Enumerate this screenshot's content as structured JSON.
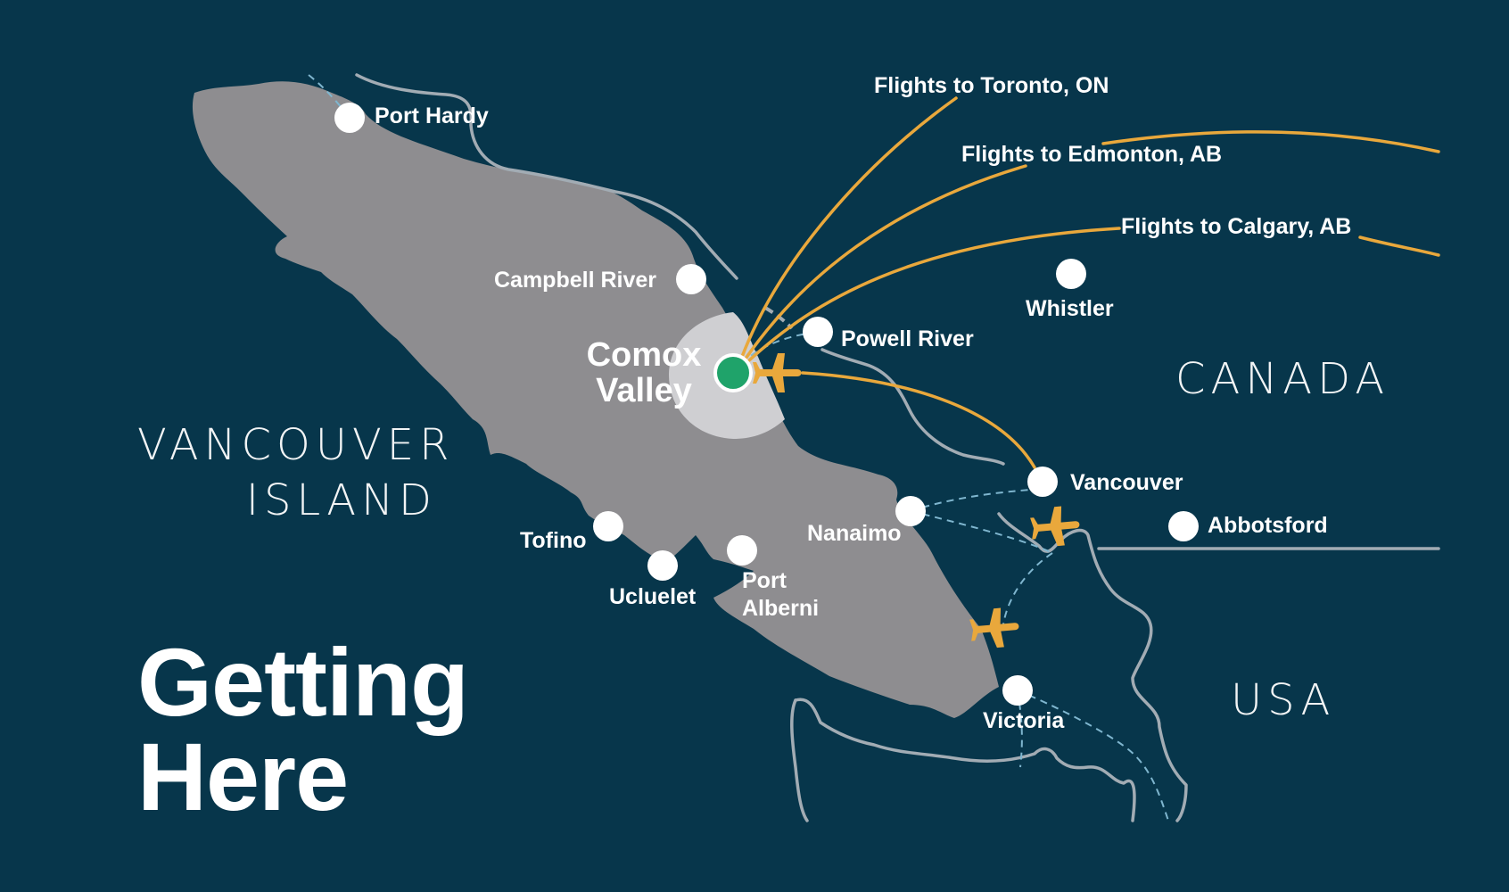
{
  "title": {
    "line1": "Getting",
    "line2": "Here"
  },
  "regions": {
    "island_line1": "VANCOUVER",
    "island_line2": "ISLAND",
    "canada": "CANADA",
    "usa": "USA"
  },
  "highlight": {
    "line1": "Comox",
    "line2": "Valley",
    "marker_color": "#1fa36a"
  },
  "cities": [
    {
      "name": "Port Hardy"
    },
    {
      "name": "Campbell River"
    },
    {
      "name": "Powell River"
    },
    {
      "name": "Whistler"
    },
    {
      "name": "Vancouver"
    },
    {
      "name": "Abbotsford"
    },
    {
      "name": "Nanaimo"
    },
    {
      "name": "Tofino"
    },
    {
      "name": "Ucluelet"
    },
    {
      "name": "Port Alberni",
      "line1": "Port",
      "line2": "Alberni"
    },
    {
      "name": "Victoria"
    }
  ],
  "flights": [
    {
      "label": "Flights to Toronto, ON"
    },
    {
      "label": "Flights to Edmonton, AB"
    },
    {
      "label": "Flights to Calgary, AB"
    }
  ],
  "colors": {
    "ocean": "#07364b",
    "land": "#8e8d90",
    "highlight_zone": "#cfcfd2",
    "flight_route": "#e9a83c",
    "coastline": "#a2acb4",
    "ferry_route": "#7fb6cf",
    "city_marker": "#ffffff"
  },
  "icons": {
    "airport": "airplane-icon"
  }
}
